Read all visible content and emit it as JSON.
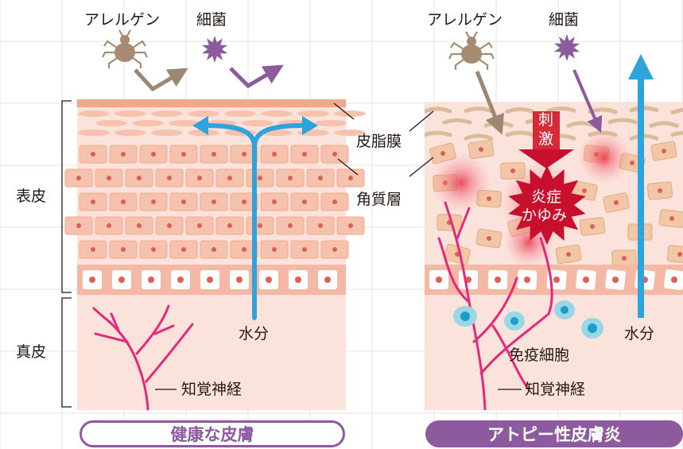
{
  "labels": {
    "allergen_left": "アレルゲン",
    "bacteria_left": "細菌",
    "allergen_right": "アレルゲン",
    "bacteria_right": "細菌",
    "sebum_film": "皮脂膜",
    "stratum_corneum": "角質層",
    "epidermis": "表皮",
    "dermis": "真皮",
    "water_left": "水分",
    "water_right": "水分",
    "sensory_nerve_left": "知覚神経",
    "sensory_nerve_right": "知覚神経",
    "immune_cells": "免疫細胞",
    "stimulus_1": "刺",
    "stimulus_2": "激",
    "inflammation_1": "炎症",
    "inflammation_2": "かゆみ"
  },
  "badges": {
    "healthy": "健康な皮膚",
    "atopic": "アトピー性皮膚炎"
  },
  "colors": {
    "accent_purple": "#8d5a9e",
    "water_blue": "#2ea3dc",
    "nerve_pink": "#e4287a",
    "alarm_red": "#c8102e",
    "skin_light": "#fbe3dc",
    "cell_fill": "#f5c2ad",
    "cell_nucleus": "#dd5f55",
    "arrow_brown": "#9c8674"
  },
  "icons": [
    "mite-icon",
    "bacteria-star-icon",
    "arrow-icon",
    "cell-icon",
    "nerve-icon",
    "immune-cell-icon",
    "burst-icon"
  ]
}
